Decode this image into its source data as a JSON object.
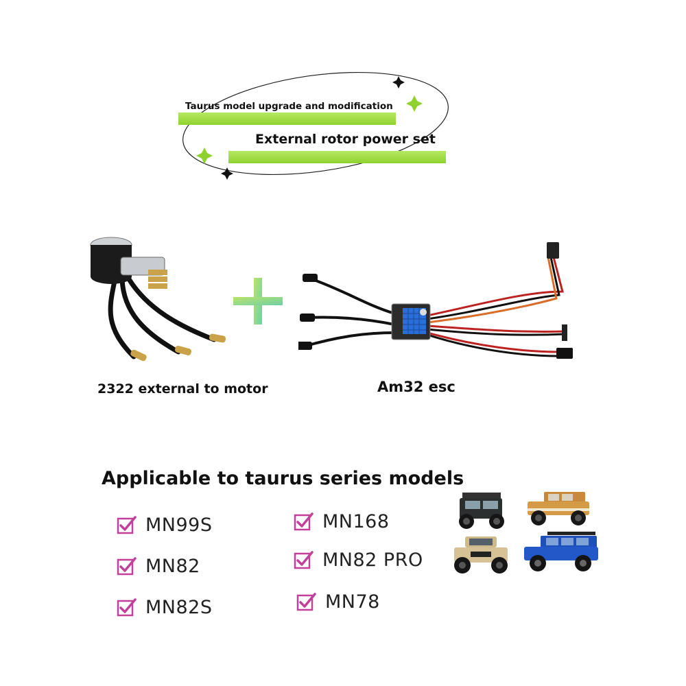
{
  "banner": {
    "subtitle": "Taurus model upgrade and modification",
    "title": "External rotor power set",
    "accent_color": "#8fd22f"
  },
  "products": {
    "motor_label": "2322 external to motor",
    "esc_label": "Am32 esc",
    "plus_icon": "plus-icon"
  },
  "applicable": {
    "heading": "Applicable to taurus series models",
    "check_color": "#c2409a",
    "models": [
      {
        "name": "MN99S"
      },
      {
        "name": "MN82"
      },
      {
        "name": "MN82S"
      },
      {
        "name": "MN168"
      },
      {
        "name": "MN82 PRO"
      },
      {
        "name": "MN78"
      }
    ]
  }
}
